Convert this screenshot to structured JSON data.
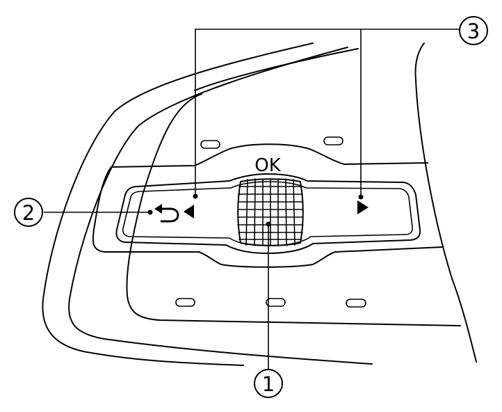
{
  "labels": {
    "ok": "OK",
    "callout_1": "1",
    "callout_2": "2",
    "callout_3": "3"
  }
}
